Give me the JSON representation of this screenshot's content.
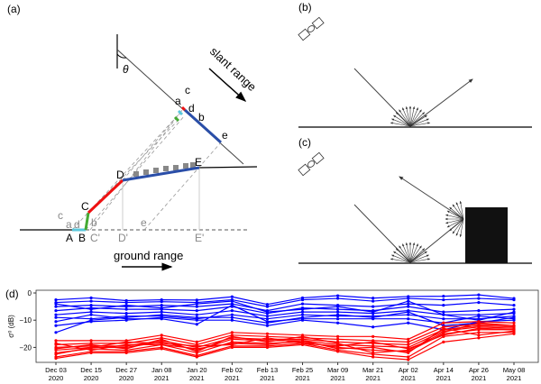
{
  "panel_a": {
    "label": "(a)",
    "theta": "θ",
    "slant_range": "slant range",
    "ground_range": "ground range",
    "ground_points": [
      "A",
      "B",
      "C",
      "D",
      "E"
    ],
    "projected_points": [
      "C'",
      "D'",
      "E'"
    ],
    "ground_small": {
      "c": "c",
      "a": "a",
      "d": "d",
      "b": "b",
      "e": "e"
    },
    "slant_points": {
      "a": "a",
      "c": "c",
      "d": "d",
      "b": "b",
      "e": "e"
    }
  },
  "panel_b": {
    "label": "(b)"
  },
  "panel_c": {
    "label": "(c)"
  },
  "chart_data": {
    "type": "line",
    "panel_label": "(d)",
    "ylabel": "σ⁰ (dB)",
    "xlabel": "",
    "ylim": [
      -25.5,
      1
    ],
    "yticks": [
      0,
      -10,
      -20
    ],
    "categories": [
      "Dec 03\n2020",
      "Dec 15\n2020",
      "Dec 27\n2020",
      "Jan 08\n2021",
      "Jan 20\n2021",
      "Feb 02\n2021",
      "Feb 13\n2021",
      "Feb 25\n2021",
      "Mar 09\n2021",
      "Mar 21\n2021",
      "Apr 02\n2021",
      "Apr 14\n2021",
      "Apr 26\n2021",
      "May 08\n2021"
    ],
    "colors": {
      "blue": "#0000ff",
      "red": "#ff0000"
    },
    "series": [
      {
        "group": "blue",
        "values": [
          -2.5,
          -1.8,
          -2.8,
          -2.5,
          -2.6,
          -1.4,
          -4.2,
          -1.8,
          -1.0,
          -1.9,
          -1.3,
          -1.2,
          -0.7,
          -2.0
        ]
      },
      {
        "group": "blue",
        "values": [
          -3.5,
          -3.0,
          -3.5,
          -3.2,
          -3.5,
          -2.5,
          -5.0,
          -2.5,
          -2.0,
          -3.0,
          -2.0,
          -2.5,
          -2.0,
          -2.5
        ]
      },
      {
        "group": "blue",
        "values": [
          -5.0,
          -4.5,
          -5.0,
          -4.5,
          -5.0,
          -4.0,
          -6.5,
          -4.0,
          -4.5,
          -5.0,
          -4.0,
          -4.5,
          -3.5,
          -4.5
        ]
      },
      {
        "group": "blue",
        "values": [
          -6.5,
          -5.5,
          -6.0,
          -6.0,
          -6.5,
          -5.0,
          -7.5,
          -5.5,
          -6.0,
          -6.5,
          -5.0,
          -7.0,
          -6.5,
          -6.0
        ]
      },
      {
        "group": "blue",
        "values": [
          -8.0,
          -7.0,
          -7.5,
          -7.0,
          -8.0,
          -6.5,
          -8.5,
          -7.0,
          -7.0,
          -7.5,
          -6.5,
          -8.0,
          -8.0,
          -7.5
        ]
      },
      {
        "group": "blue",
        "values": [
          -9.0,
          -9.5,
          -8.5,
          -8.5,
          -9.5,
          -8.0,
          -9.5,
          -8.0,
          -8.5,
          -8.5,
          -8.0,
          -9.5,
          -9.5,
          -8.5
        ]
      },
      {
        "group": "blue",
        "values": [
          -10.5,
          -8.0,
          -9.5,
          -9.5,
          -11.5,
          -4.5,
          -10.5,
          -9.5,
          -9.5,
          -9.5,
          -9.5,
          -11.0,
          -8.5,
          -9.5
        ]
      },
      {
        "group": "blue",
        "values": [
          -12.0,
          -10.5,
          -10.0,
          -9.0,
          -10.0,
          -10.0,
          -12.0,
          -10.0,
          -11.0,
          -12.5,
          -11.0,
          -13.5,
          -10.5,
          -10.0
        ]
      },
      {
        "group": "blue",
        "values": [
          -14.5,
          -10.0,
          -9.0,
          -8.0,
          -9.0,
          -9.0,
          -11.0,
          -9.0,
          -8.0,
          -9.0,
          -7.0,
          -12.0,
          -11.0,
          -9.0
        ]
      },
      {
        "group": "blue",
        "values": [
          -4.0,
          -6.0,
          -4.5,
          -5.5,
          -4.0,
          -3.0,
          -7.0,
          -6.0,
          -5.0,
          -7.0,
          -3.0,
          -8.0,
          -10.0,
          -7.0
        ]
      },
      {
        "group": "red",
        "values": [
          -17.5,
          -17.5,
          -17.5,
          -15.5,
          -18.0,
          -14.5,
          -15.0,
          -15.5,
          -16.0,
          -16.0,
          -17.0,
          -11.0,
          -10.5,
          -11.0
        ]
      },
      {
        "group": "red",
        "values": [
          -19.0,
          -18.5,
          -18.5,
          -16.5,
          -19.0,
          -15.5,
          -16.0,
          -16.5,
          -17.0,
          -17.5,
          -18.0,
          -12.5,
          -11.5,
          -12.0
        ]
      },
      {
        "group": "red",
        "values": [
          -20.0,
          -19.5,
          -19.5,
          -17.5,
          -20.0,
          -16.5,
          -17.0,
          -17.0,
          -18.0,
          -18.5,
          -19.0,
          -13.5,
          -12.0,
          -12.5
        ]
      },
      {
        "group": "red",
        "values": [
          -21.0,
          -20.0,
          -20.0,
          -18.0,
          -21.0,
          -17.0,
          -17.5,
          -17.5,
          -19.0,
          -19.5,
          -20.0,
          -14.0,
          -12.5,
          -13.0
        ]
      },
      {
        "group": "red",
        "values": [
          -22.0,
          -20.5,
          -21.0,
          -19.0,
          -22.0,
          -18.0,
          -18.5,
          -18.0,
          -20.0,
          -21.0,
          -21.5,
          -15.0,
          -13.5,
          -13.5
        ]
      },
      {
        "group": "red",
        "values": [
          -23.5,
          -21.5,
          -21.5,
          -20.0,
          -23.0,
          -19.5,
          -19.5,
          -18.5,
          -21.0,
          -22.5,
          -23.5,
          -16.0,
          -14.5,
          -14.5
        ]
      },
      {
        "group": "red",
        "values": [
          -24.0,
          -22.0,
          -22.0,
          -20.5,
          -23.5,
          -20.0,
          -20.0,
          -19.0,
          -21.5,
          -23.5,
          -24.5,
          -18.0,
          -16.5,
          -15.0
        ]
      },
      {
        "group": "red",
        "values": [
          -18.5,
          -21.0,
          -19.0,
          -19.0,
          -20.5,
          -18.5,
          -19.0,
          -17.5,
          -20.5,
          -20.0,
          -22.0,
          -13.0,
          -15.5,
          -14.0
        ]
      },
      {
        "group": "red",
        "values": [
          -20.5,
          -19.0,
          -20.5,
          -17.0,
          -21.5,
          -16.0,
          -18.0,
          -16.0,
          -18.5,
          -22.0,
          -21.0,
          -14.5,
          -11.0,
          -12.0
        ]
      },
      {
        "group": "red",
        "values": [
          -22.5,
          -20.0,
          -18.0,
          -18.5,
          -19.5,
          -19.0,
          -16.5,
          -18.5,
          -19.5,
          -18.0,
          -20.5,
          -15.5,
          -13.0,
          -13.5
        ]
      }
    ]
  }
}
